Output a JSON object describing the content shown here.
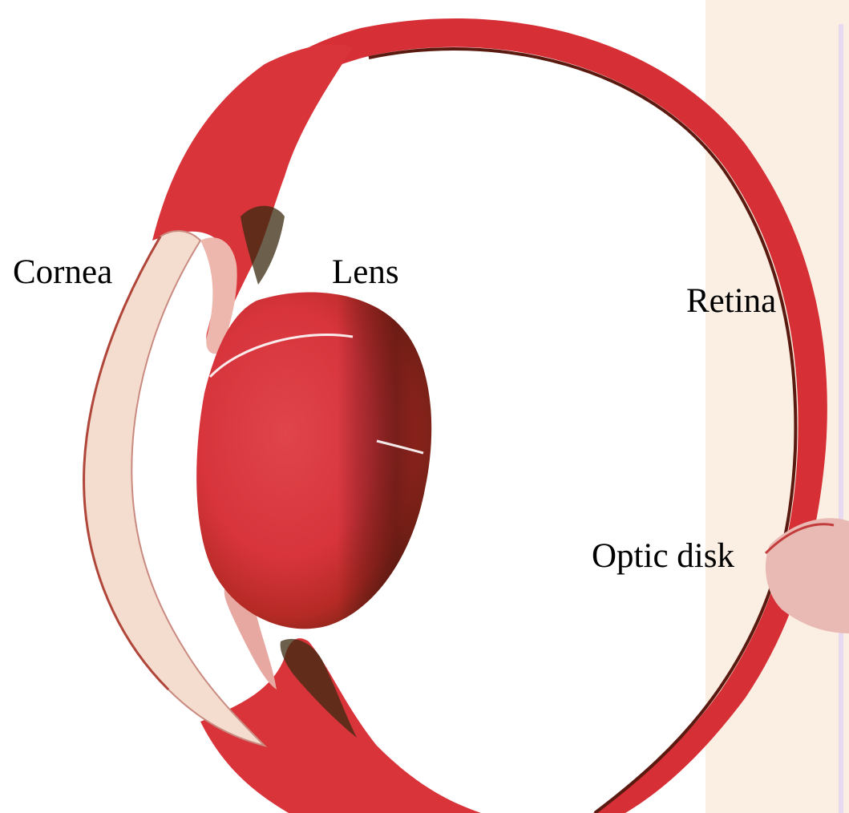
{
  "image": {
    "subject": "eye-cross-section",
    "colors": {
      "tissue": "#d9303a",
      "tissue_dark": "#6e1d12",
      "cornea": "#f4dccf",
      "paper": "#fbefe4",
      "background": "#ffffff"
    }
  },
  "labels": {
    "cornea": "Cornea",
    "lens": "Lens",
    "retina": "Retina",
    "optic_disk": "Optic disk"
  }
}
